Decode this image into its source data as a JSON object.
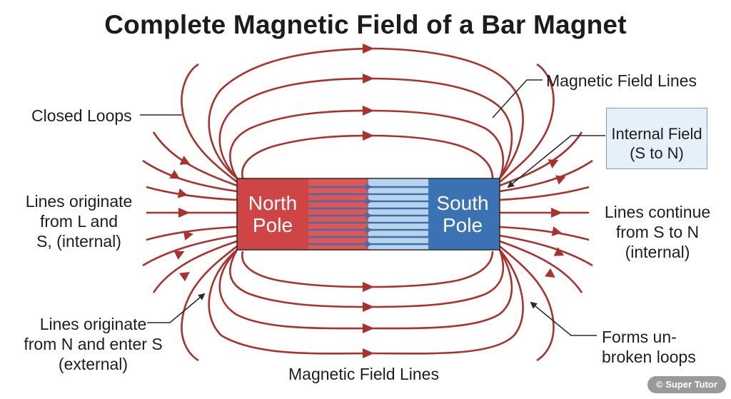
{
  "title": "Complete Magnetic Field of a Bar Magnet",
  "magnet": {
    "north_label": "North\nPole",
    "south_label": "South\nPole"
  },
  "labels": {
    "closed_loops": "Closed Loops",
    "field_lines_top": "Magnetic Field Lines",
    "field_lines_bottom": "Magnetic Field Lines",
    "left_middle": "Lines originate\nfrom L and\nS, (internal)",
    "left_bottom": "Lines originate\nfrom N and enter S\n(external)",
    "right_middle": "Lines continue\nfrom S to N\n(internal)",
    "right_bottom": "Forms un-\nbroken loops"
  },
  "legend": {
    "text": "Internal Field\n(S to N)"
  },
  "watermark": "© Super Tutor",
  "colors": {
    "field_line": "#a8322c",
    "north": "#cf4545",
    "south": "#3b72b4",
    "internal_line": "#3f6fa8",
    "light_blue": "#b8d3ee",
    "leader": "#2a2a2a"
  }
}
